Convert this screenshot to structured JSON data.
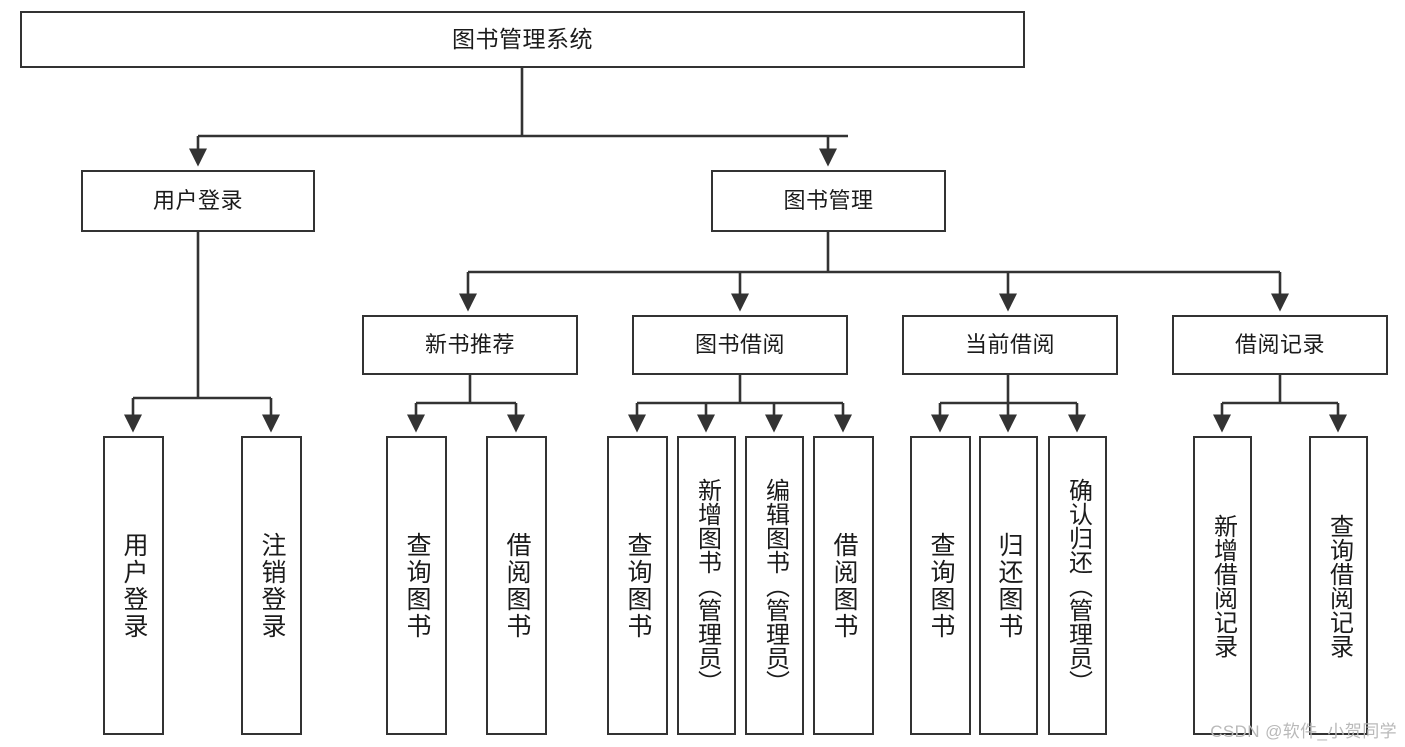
{
  "diagram": {
    "type": "tree-hierarchy",
    "title": "图书管理系统",
    "orientation": "top-down",
    "colors": {
      "background": "#ffffff",
      "node_border": "#333333",
      "node_fill": "#ffffff",
      "edge": "#333333",
      "text": "#1b1b1b",
      "watermark": "#b9b9b9"
    },
    "nodes": {
      "root": {
        "label": "图书管理系统"
      },
      "level1": [
        {
          "id": "user-login",
          "label": "用户登录"
        },
        {
          "id": "book-management",
          "label": "图书管理"
        }
      ],
      "level2": [
        {
          "id": "new-book-recommend",
          "label": "新书推荐"
        },
        {
          "id": "book-borrow",
          "label": "图书借阅"
        },
        {
          "id": "current-borrow",
          "label": "当前借阅"
        },
        {
          "id": "borrow-record",
          "label": "借阅记录"
        }
      ],
      "leaves": {
        "user-login": [
          {
            "id": "leaf-user-login",
            "label": "用户登录"
          },
          {
            "id": "leaf-logout-login",
            "label": "注销登录"
          }
        ],
        "new-book-recommend": [
          {
            "id": "leaf-query-book-1",
            "label": "查询图书"
          },
          {
            "id": "leaf-borrow-book-1",
            "label": "借阅图书"
          }
        ],
        "book-borrow": [
          {
            "id": "leaf-query-book-2",
            "label": "查询图书"
          },
          {
            "id": "leaf-add-book",
            "label": "新增图书（管理员）"
          },
          {
            "id": "leaf-edit-book",
            "label": "编辑图书（管理员）"
          },
          {
            "id": "leaf-borrow-book-2",
            "label": "借阅图书"
          }
        ],
        "current-borrow": [
          {
            "id": "leaf-query-book-3",
            "label": "查询图书"
          },
          {
            "id": "leaf-return-book",
            "label": "归还图书"
          },
          {
            "id": "leaf-confirm-return",
            "label": "确认归还（管理员）"
          }
        ],
        "borrow-record": [
          {
            "id": "leaf-add-record",
            "label": "新增借阅记录"
          },
          {
            "id": "leaf-query-record",
            "label": "查询借阅记录"
          }
        ]
      }
    }
  },
  "watermark": {
    "text": "CSDN @软件_小贺同学"
  }
}
